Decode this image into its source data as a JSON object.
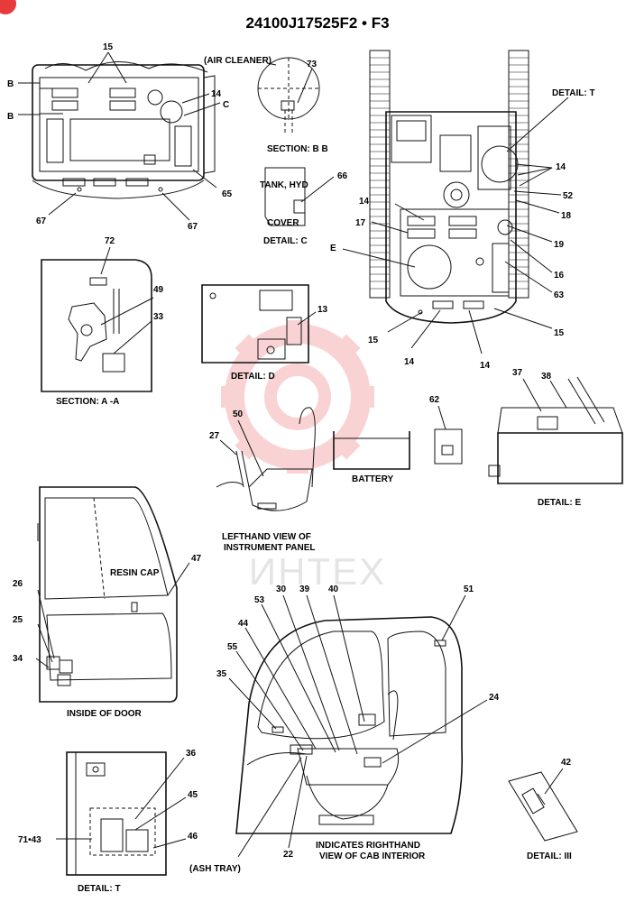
{
  "title": "24100J17525F2 • F3",
  "watermark": "ИНТЕХ",
  "colors": {
    "line": "#111111",
    "watermark": "#e83a3a",
    "corner_badge": "#e83a3a"
  },
  "views": {
    "top_left_plan": {
      "callouts": [
        "15",
        "B",
        "B",
        "14",
        "C",
        "65",
        "67",
        "67"
      ]
    },
    "section_bb": {
      "caption": "SECTION: B B",
      "labels": [
        "(AIR CLEANER)",
        "73"
      ]
    },
    "detail_c": {
      "caption": "DETAIL:  C",
      "labels": [
        "TANK, HYD",
        "66",
        "COVER"
      ]
    },
    "top_right_plan": {
      "callouts": [
        "DETAIL: T",
        "14",
        "52",
        "18",
        "14",
        "17",
        "19",
        "E",
        "16",
        "63",
        "15",
        "14",
        "14",
        "15"
      ]
    },
    "section_aa": {
      "caption": "SECTION: A -A",
      "labels": [
        "72",
        "49",
        "33"
      ]
    },
    "detail_d": {
      "caption": "DETAIL:  D",
      "labels": [
        "13"
      ]
    },
    "battery": {
      "caption": "BATTERY",
      "labels": [
        "62"
      ]
    },
    "detail_e": {
      "caption": "DETAIL:  E",
      "labels": [
        "37",
        "38"
      ]
    },
    "instrument_panel": {
      "caption_line1": "LEFTHAND VIEW OF",
      "caption_line2": "INSTRUMENT PANEL",
      "labels": [
        "50",
        "27"
      ]
    },
    "door": {
      "caption": "INSIDE OF DOOR",
      "labels": [
        "RESIN CAP",
        "47",
        "26",
        "25",
        "34"
      ]
    },
    "cab_interior": {
      "caption_line1": "INDICATES RIGHTHAND",
      "caption_line2": "VIEW OF CAB INTERIOR",
      "labels": [
        "30",
        "39",
        "40",
        "53",
        "51",
        "44",
        "55",
        "35",
        "24",
        "22",
        "(ASH TRAY)"
      ]
    },
    "detail_t": {
      "caption": "DETAIL: T",
      "labels": [
        "36",
        "45",
        "71•43",
        "46"
      ]
    },
    "detail_iii": {
      "caption": "DETAIL:  III",
      "labels": [
        "42"
      ]
    }
  }
}
